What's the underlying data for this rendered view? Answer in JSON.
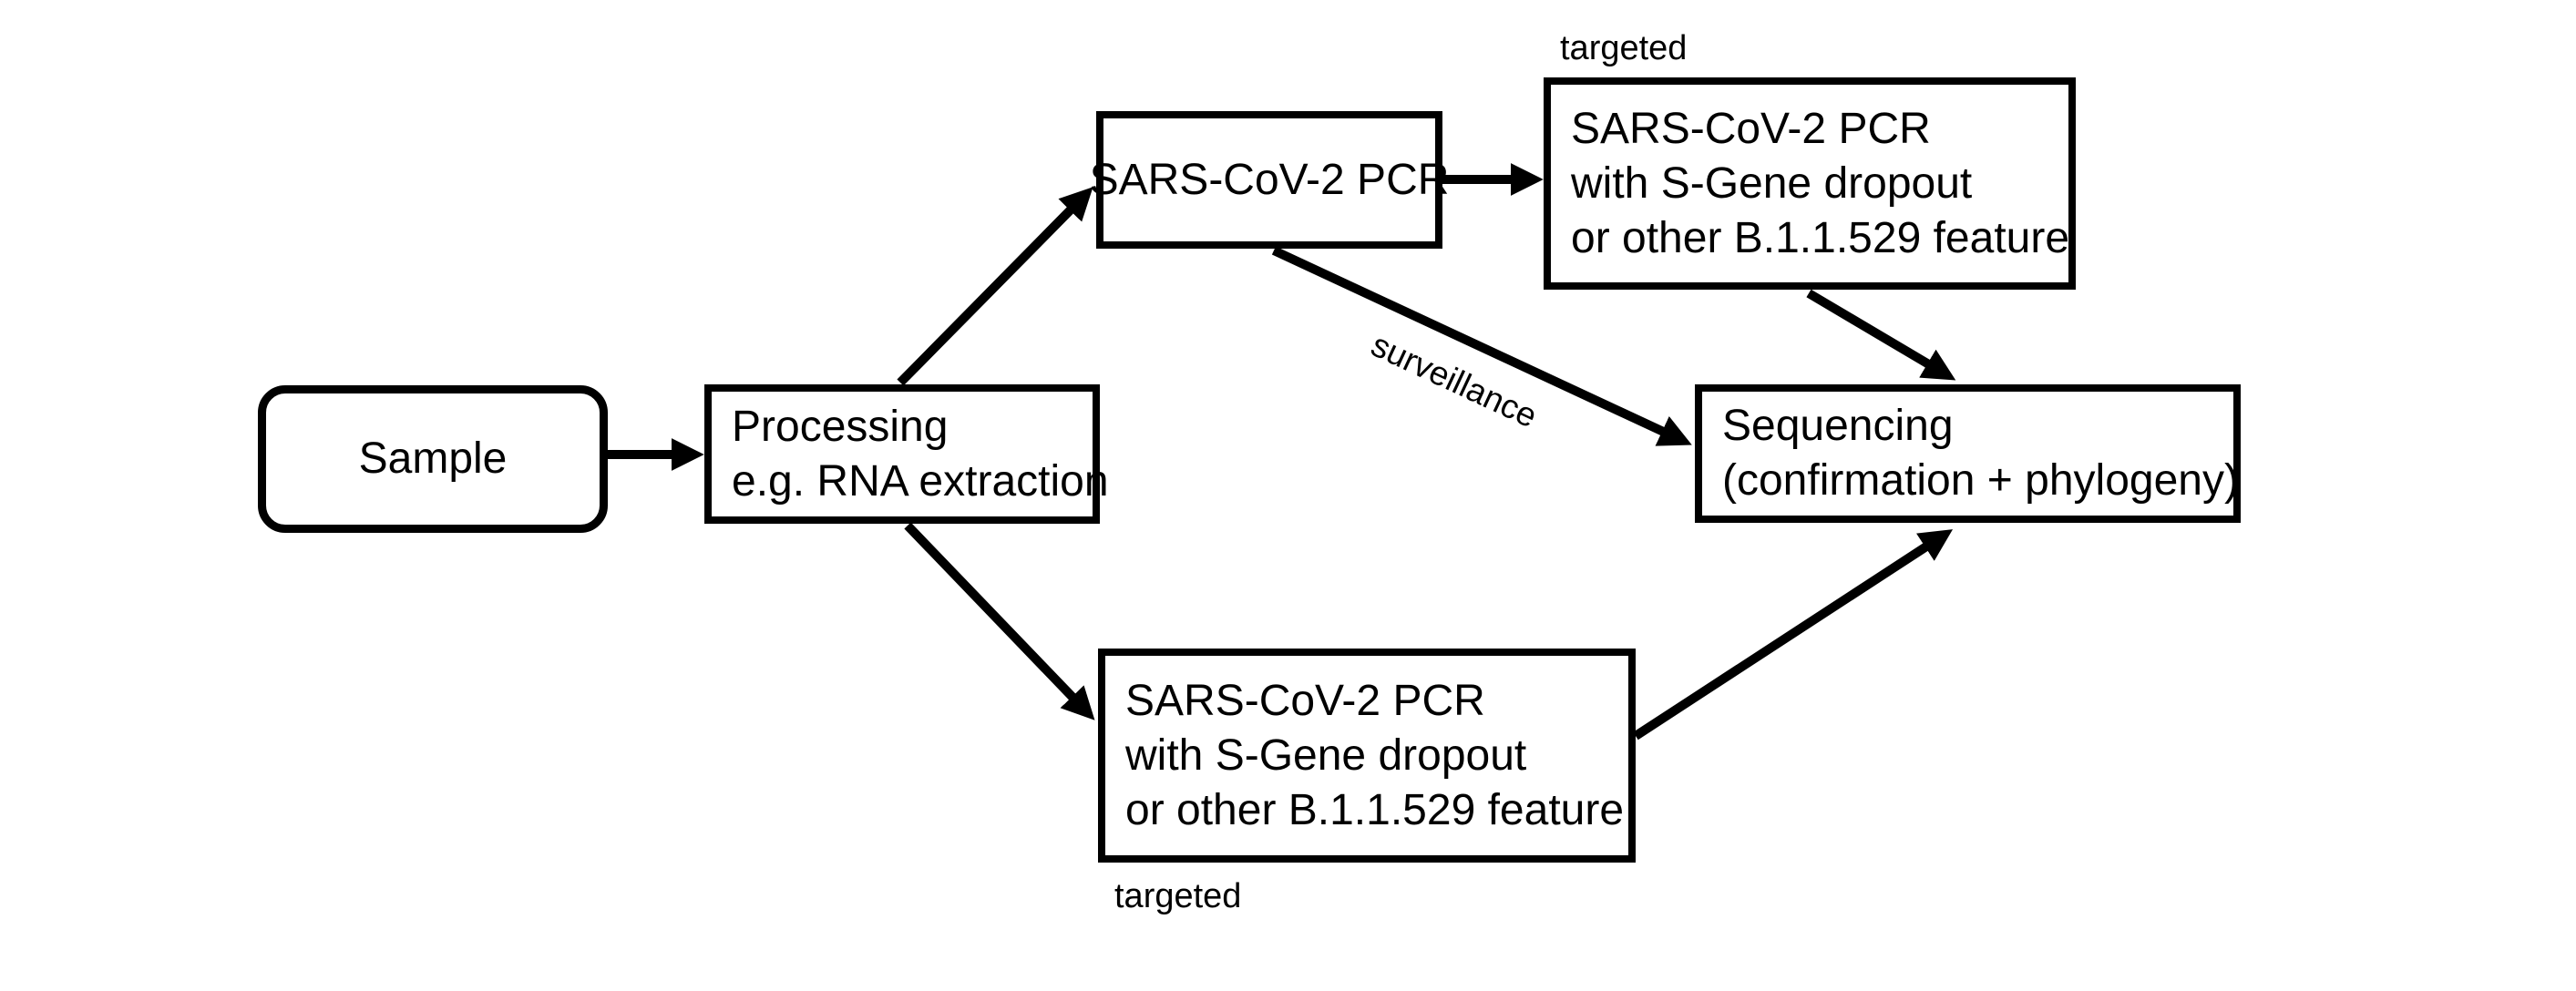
{
  "diagram": {
    "title_hint": "SARS-CoV-2 B.1.1.529 detection workflow flowchart",
    "colors": {
      "background": "#ffffff",
      "box_border": "#000000",
      "box_fill": "#ffffff",
      "text": "#000000",
      "arrow": "#000000"
    },
    "nodes": {
      "sample": {
        "label": "Sample",
        "shape": "rounded-rectangle"
      },
      "processing": {
        "line1": "Processing",
        "line2": "e.g. RNA extraction",
        "shape": "rectangle"
      },
      "pcr": {
        "line1": "SARS-CoV-2 PCR",
        "shape": "rectangle"
      },
      "pcr_sgene_top": {
        "line1": "SARS-CoV-2 PCR",
        "line2": "with S-Gene dropout",
        "line3": "or other B.1.1.529 feature",
        "shape": "rectangle"
      },
      "sequencing": {
        "line1": "Sequencing",
        "line2": "(confirmation + phylogeny)",
        "shape": "rectangle"
      },
      "pcr_sgene_bottom": {
        "line1": "SARS-CoV-2 PCR",
        "line2": "with S-Gene dropout",
        "line3": "or other B.1.1.529 feature",
        "shape": "rectangle"
      }
    },
    "labels": {
      "targeted_top": "targeted",
      "targeted_bottom": "targeted",
      "surveillance": "surveillance"
    },
    "edges": [
      {
        "from": "sample",
        "to": "processing"
      },
      {
        "from": "processing",
        "to": "pcr"
      },
      {
        "from": "processing",
        "to": "pcr_sgene_bottom"
      },
      {
        "from": "pcr",
        "to": "pcr_sgene_top"
      },
      {
        "from": "pcr",
        "to": "sequencing",
        "label": "surveillance"
      },
      {
        "from": "pcr_sgene_top",
        "to": "sequencing"
      },
      {
        "from": "pcr_sgene_bottom",
        "to": "sequencing"
      }
    ]
  }
}
